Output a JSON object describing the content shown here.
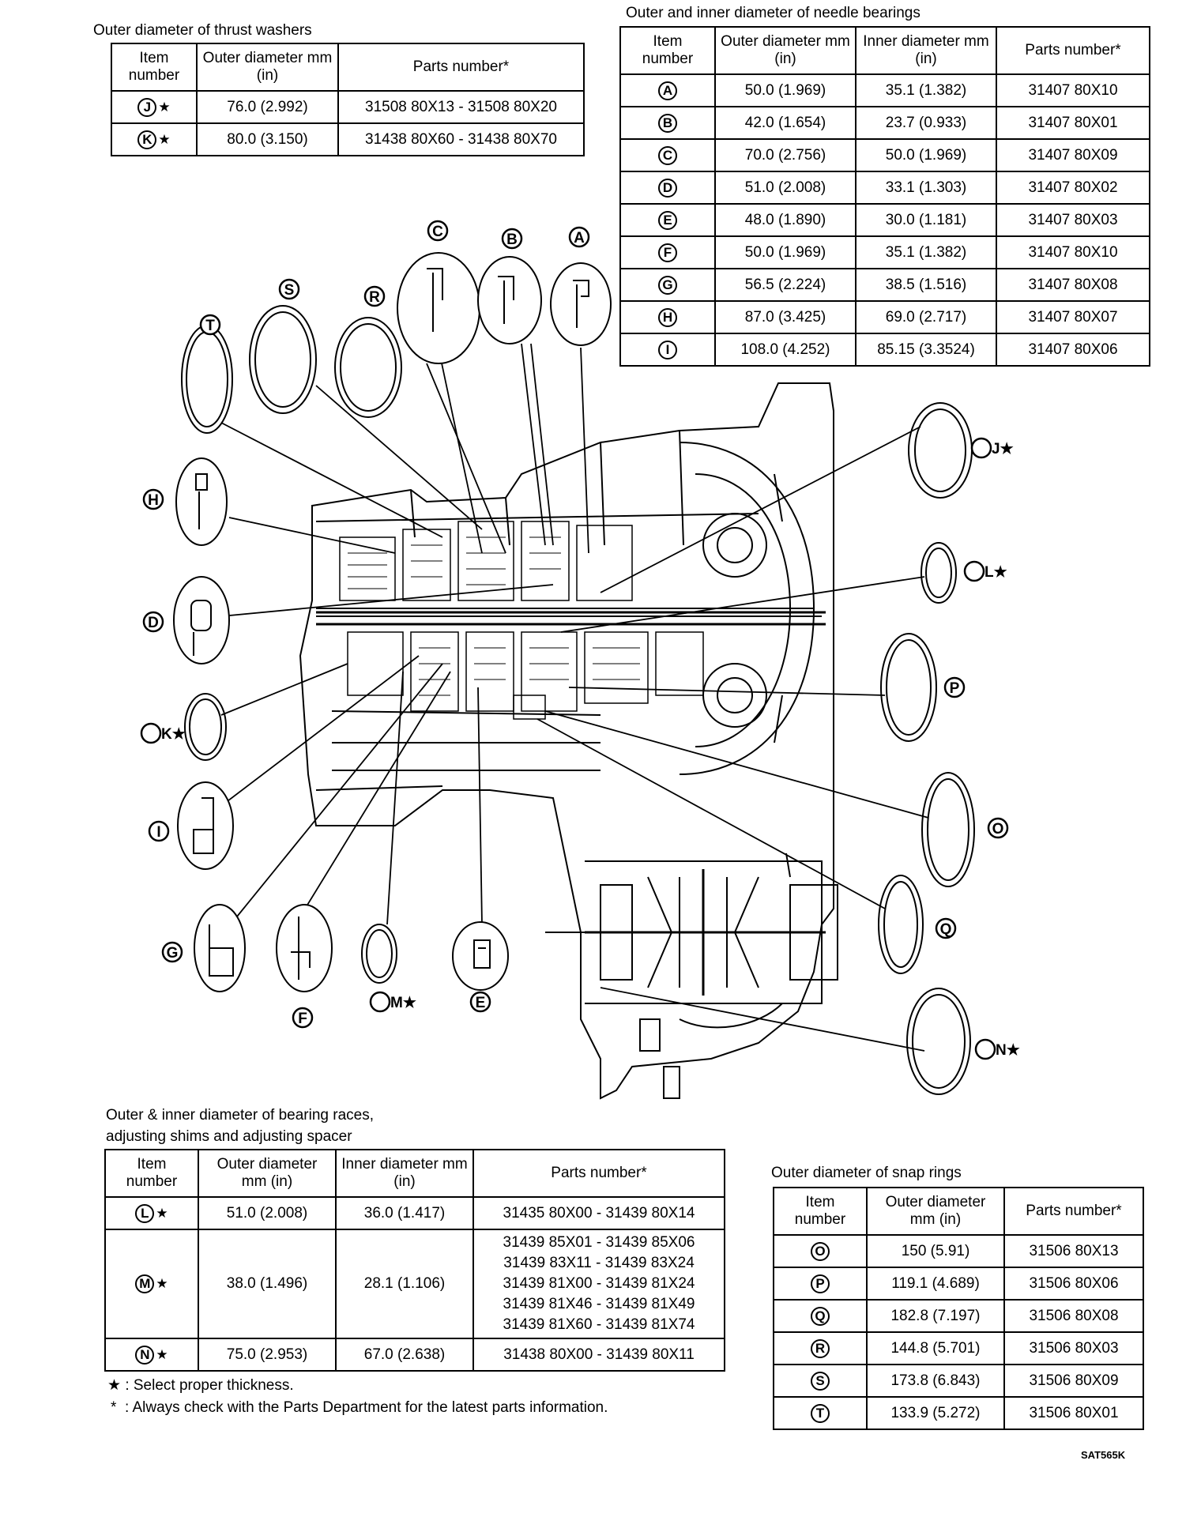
{
  "thrust_washers": {
    "caption": "Outer diameter of thrust washers",
    "headers": [
      "Item number",
      "Outer diameter mm (in)",
      "Parts number*"
    ],
    "rows": [
      {
        "item": "J",
        "star": "★",
        "outer": "76.0 (2.992)",
        "parts": "31508 80X13 - 31508 80X20"
      },
      {
        "item": "K",
        "star": "★",
        "outer": "80.0 (3.150)",
        "parts": "31438 80X60 - 31438 80X70"
      }
    ]
  },
  "needle_bearings": {
    "caption": "Outer and inner diameter of needle bearings",
    "headers": [
      "Item number",
      "Outer diameter mm (in)",
      "Inner diameter mm (in)",
      "Parts number*"
    ],
    "rows": [
      {
        "item": "A",
        "outer": "50.0 (1.969)",
        "inner": "35.1 (1.382)",
        "parts": "31407 80X10"
      },
      {
        "item": "B",
        "outer": "42.0 (1.654)",
        "inner": "23.7 (0.933)",
        "parts": "31407 80X01"
      },
      {
        "item": "C",
        "outer": "70.0 (2.756)",
        "inner": "50.0 (1.969)",
        "parts": "31407 80X09"
      },
      {
        "item": "D",
        "outer": "51.0 (2.008)",
        "inner": "33.1 (1.303)",
        "parts": "31407 80X02"
      },
      {
        "item": "E",
        "outer": "48.0 (1.890)",
        "inner": "30.0 (1.181)",
        "parts": "31407 80X03"
      },
      {
        "item": "F",
        "outer": "50.0 (1.969)",
        "inner": "35.1 (1.382)",
        "parts": "31407 80X10"
      },
      {
        "item": "G",
        "outer": "56.5 (2.224)",
        "inner": "38.5 (1.516)",
        "parts": "31407 80X08"
      },
      {
        "item": "H",
        "outer": "87.0 (3.425)",
        "inner": "69.0 (2.717)",
        "parts": "31407 80X07"
      },
      {
        "item": "I",
        "outer": "108.0 (4.252)",
        "inner": "85.15 (3.3524)",
        "parts": "31407 80X06"
      }
    ]
  },
  "bearing_races": {
    "caption_line1": "Outer & inner diameter of bearing races,",
    "caption_line2": "adjusting shims and adjusting spacer",
    "headers": [
      "Item number",
      "Outer diameter mm (in)",
      "Inner diameter mm (in)",
      "Parts number*"
    ],
    "rows": [
      {
        "item": "L",
        "star": "★",
        "outer": "51.0 (2.008)",
        "inner": "36.0 (1.417)",
        "parts": [
          "31435 80X00 - 31439 80X14"
        ]
      },
      {
        "item": "M",
        "star": "★",
        "outer": "38.0 (1.496)",
        "inner": "28.1 (1.106)",
        "parts": [
          "31439 85X01 - 31439 85X06",
          "31439 83X11 - 31439 83X24",
          "31439 81X00 - 31439 81X24",
          "31439 81X46 - 31439 81X49",
          "31439 81X60 - 31439 81X74"
        ]
      },
      {
        "item": "N",
        "star": "★",
        "outer": "75.0 (2.953)",
        "inner": "67.0 (2.638)",
        "parts": [
          "31438 80X00 - 31439 80X11"
        ]
      }
    ]
  },
  "snap_rings": {
    "caption": "Outer diameter of snap rings",
    "headers": [
      "Item number",
      "Outer diameter mm (in)",
      "Parts number*"
    ],
    "rows": [
      {
        "item": "O",
        "outer": "150 (5.91)",
        "parts": "31506 80X13"
      },
      {
        "item": "P",
        "outer": "119.1 (4.689)",
        "parts": "31506 80X06"
      },
      {
        "item": "Q",
        "outer": "182.8 (7.197)",
        "parts": "31506 80X08"
      },
      {
        "item": "R",
        "outer": "144.8 (5.701)",
        "parts": "31506 80X03"
      },
      {
        "item": "S",
        "outer": "173.8 (6.843)",
        "parts": "31506 80X09"
      },
      {
        "item": "T",
        "outer": "133.9 (5.272)",
        "parts": "31506 80X01"
      }
    ]
  },
  "notes": {
    "star_symbol": "★",
    "star_note": ": Select proper thickness.",
    "asterisk_symbol": "*",
    "asterisk_note": ": Always check with the Parts Department for the latest parts information."
  },
  "diagram_labels": {
    "A": "A",
    "B": "B",
    "C": "C",
    "D": "D",
    "E": "E",
    "F": "F",
    "G": "G",
    "H": "H",
    "I": "I",
    "J": "J★",
    "K": "K★",
    "L": "L★",
    "M": "M★",
    "N": "N★",
    "O": "O",
    "P": "P",
    "Q": "Q",
    "R": "R",
    "S": "S",
    "T": "T"
  },
  "figure_code": "SAT565K"
}
